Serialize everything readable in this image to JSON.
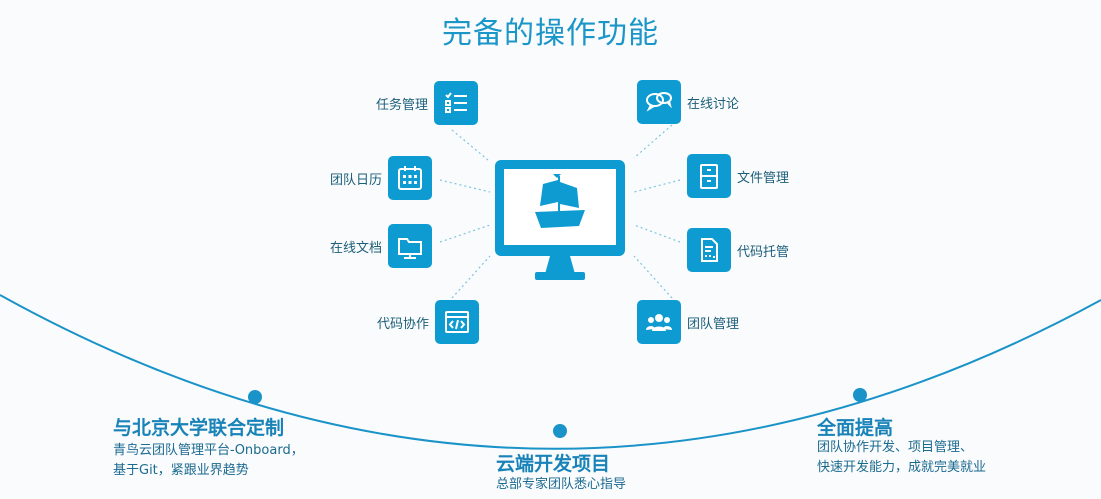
{
  "title": "完备的操作功能",
  "features_left": [
    {
      "label": "任务管理",
      "icon": "task-list-icon"
    },
    {
      "label": "团队日历",
      "icon": "calendar-icon"
    },
    {
      "label": "在线文档",
      "icon": "folder-icon"
    },
    {
      "label": "代码协作",
      "icon": "code-window-icon"
    }
  ],
  "features_right": [
    {
      "label": "在线讨论",
      "icon": "chat-bubbles-icon"
    },
    {
      "label": "文件管理",
      "icon": "file-cabinet-icon"
    },
    {
      "label": "代码托管",
      "icon": "code-document-icon"
    },
    {
      "label": "团队管理",
      "icon": "team-icon"
    }
  ],
  "center_icon": "monitor-ship-logo",
  "milestones": [
    {
      "title": "与北京大学联合定制",
      "lines": [
        "青鸟云团队管理平台-Onboard，",
        "基于Git，紧跟业界趋势"
      ]
    },
    {
      "title": "云端开发项目",
      "lines": [
        "总部专家团队悉心指导"
      ]
    },
    {
      "title": "全面提高",
      "lines": [
        "团队协作开发、项目管理、",
        "快速开发能力，成就完美就业"
      ]
    }
  ],
  "colors": {
    "accent": "#0e9bd1",
    "text": "#1b5e79",
    "title": "#1a96c8"
  }
}
